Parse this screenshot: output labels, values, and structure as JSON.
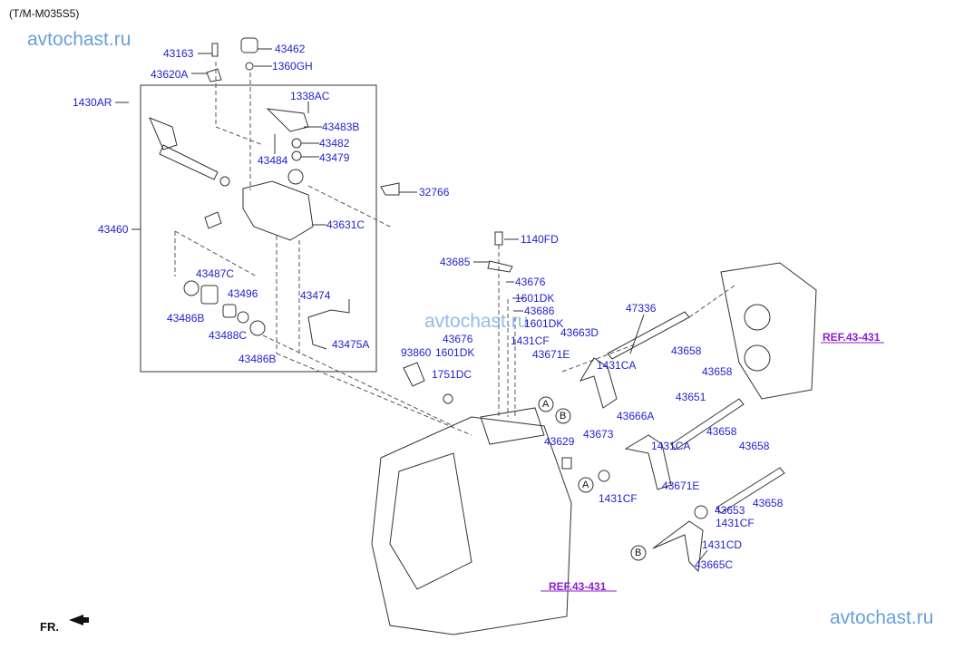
{
  "title": "(T/M-M035S5)",
  "watermarks": [
    "avtochast.ru",
    "avtochast.ru",
    "avtochast.ru"
  ],
  "front_label": "FR.",
  "ref_labels": [
    "REF.43-431",
    "REF.43-431"
  ],
  "callouts": [
    "A",
    "B",
    "A",
    "B"
  ],
  "parts": [
    "43163",
    "43462",
    "1360GH",
    "43620A",
    "1430AR",
    "1338AC",
    "43483B",
    "43482",
    "43479",
    "43484",
    "32766",
    "43460",
    "43631C",
    "1140FD",
    "43685",
    "43676",
    "43487C",
    "43496",
    "43474",
    "1601DK",
    "43686",
    "47336",
    "43486B",
    "1601DK",
    "43676",
    "43663D",
    "1431CF",
    "43488C",
    "43475A",
    "93860",
    "1601DK",
    "43671E",
    "43658",
    "1431CA",
    "43486B",
    "1751DC",
    "43658",
    "43651",
    "43666A",
    "43658",
    "43673",
    "43629",
    "1431CA",
    "43658",
    "43671E",
    "1431CF",
    "43653",
    "43658",
    "1431CF",
    "1431CD",
    "43665C"
  ],
  "colors": {
    "part_label": "#1f1fd0",
    "ref_label": "#8a1fd0",
    "watermark": "#4f8fd8"
  }
}
